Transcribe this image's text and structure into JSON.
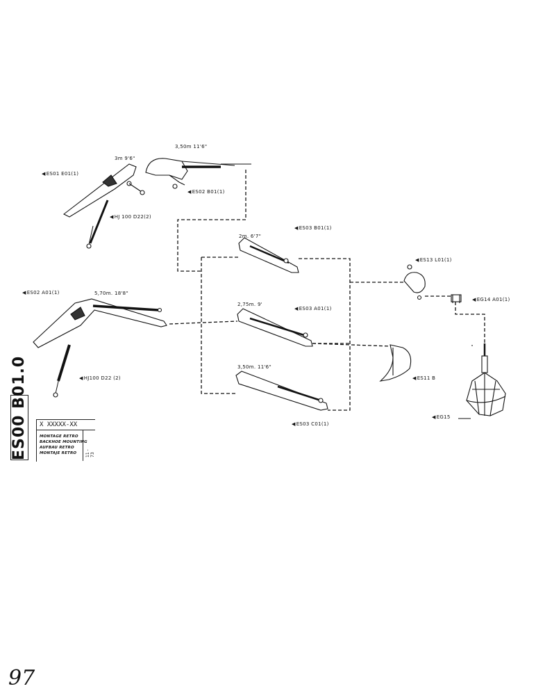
{
  "labels": {
    "boom_3m_dim": "3m  9'6\"",
    "arm_350_dim_top": "3,50m  11'6\"",
    "es01_e01": "ES01  E01(1)",
    "es02_b01": "ES02  B01(1)",
    "hj100_top": "HJ 100  D22(2)",
    "es03_b01": "ES03  B01(1)",
    "dim_2m": "2m.  6'7\"",
    "es02_a01": "ES02  A01(1)",
    "dim_570": "5,70m.  18'8\"",
    "dim_275": "2,75m.   9'",
    "es03_a01": "ES03  A01(1)",
    "hj100_bottom": "HJ100  D22 (2)",
    "dim_350_bottom": "3,50m.  11'6\"",
    "es03_c01": "ES03  C01(1)",
    "es13_l01": "ES13  L01(1)",
    "eg14_a01": "EG14  A01(1)",
    "es11": "ES11  B",
    "eg15": "EG15"
  },
  "title_block": {
    "code": "X XXXXX-XX",
    "desc_fr": "MONTAGE RETRO",
    "desc_en": "BACKHOE MOUNTING",
    "desc_de": "AUFBAU RETRO",
    "desc_es": "MONTAJE RETRO",
    "date": "11 - 73"
  },
  "reference": "ES00 B01.0",
  "page_number": "97"
}
